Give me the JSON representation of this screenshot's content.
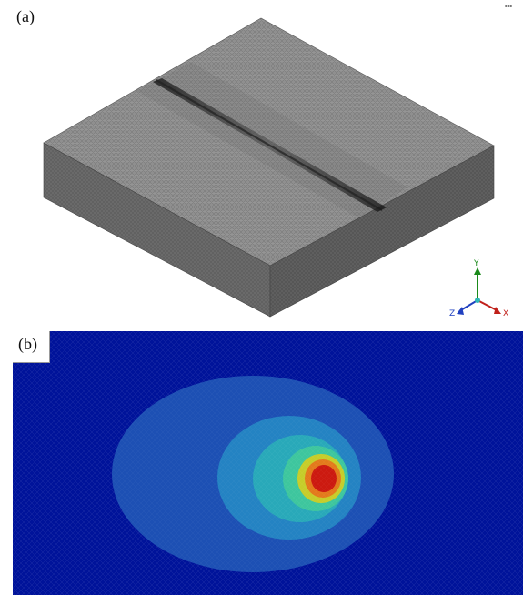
{
  "panel_a": {
    "label": "(a)",
    "triad": {
      "y": "Y",
      "x": "X",
      "z": "Z"
    },
    "colors": {
      "top": "#8e8e8e",
      "front": "#6c6c6c",
      "side": "#5e5e5e",
      "weld_line": "#2a2a2a"
    }
  },
  "panel_b": {
    "label": "(b)",
    "colors": {
      "background": "#00139a",
      "contours": [
        "#1a4fb5",
        "#1f7fc0",
        "#25a8b8",
        "#3cc7a0",
        "#c9cf2a",
        "#e57a1a",
        "#cc1a10"
      ]
    }
  }
}
